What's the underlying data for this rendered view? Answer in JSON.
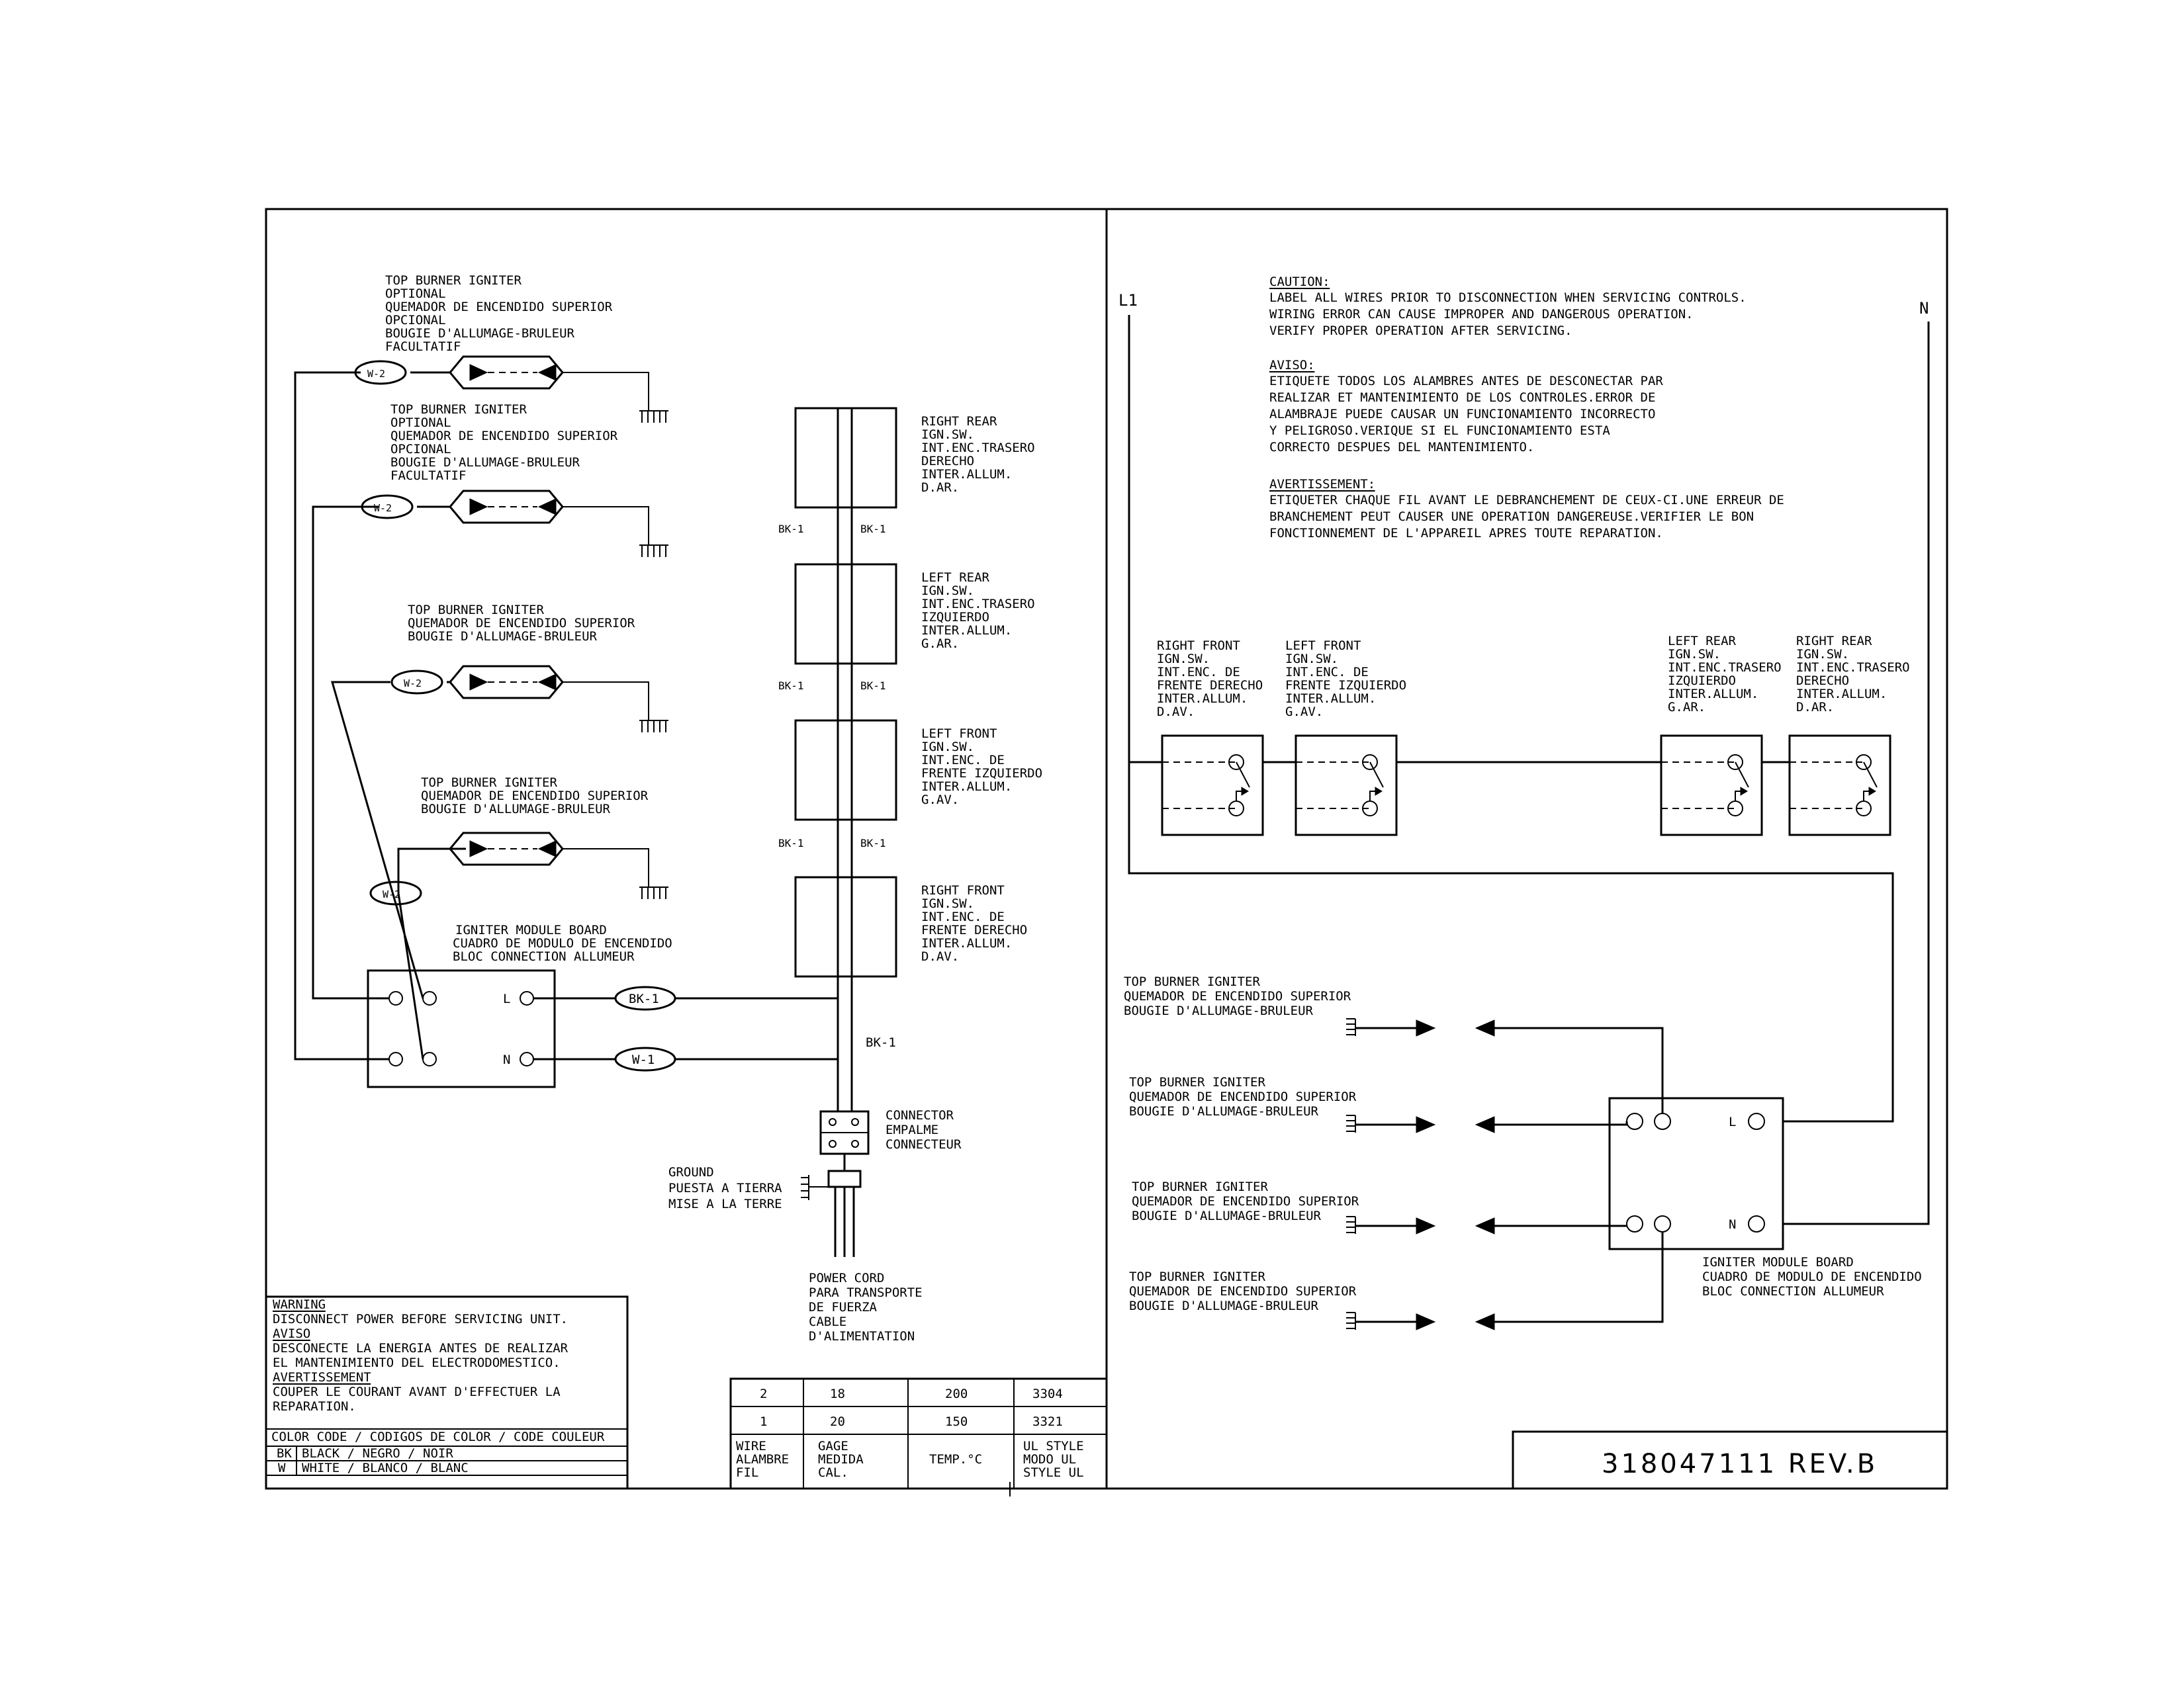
{
  "document": {
    "part_number": "318047111 REV.B"
  },
  "left_diagram": {
    "igniters": [
      {
        "lines": [
          "TOP BURNER IGNITER",
          "OPTIONAL",
          "QUEMADOR DE ENCENDIDO SUPERIOR",
          "OPCIONAL",
          "BOUGIE D'ALLUMAGE-BRULEUR",
          "FACULTATIF"
        ],
        "wire": "W-2"
      },
      {
        "lines": [
          "TOP BURNER IGNITER",
          "OPTIONAL",
          "QUEMADOR DE ENCENDIDO SUPERIOR",
          "OPCIONAL",
          "BOUGIE D'ALLUMAGE-BRULEUR",
          "FACULTATIF"
        ],
        "wire": "W-2"
      },
      {
        "lines": [
          "TOP BURNER IGNITER",
          "QUEMADOR DE ENCENDIDO SUPERIOR",
          "BOUGIE D'ALLUMAGE-BRULEUR"
        ],
        "wire": "W-2"
      },
      {
        "lines": [
          "TOP BURNER IGNITER",
          "QUEMADOR DE ENCENDIDO SUPERIOR",
          "BOUGIE D'ALLUMAGE-BRULEUR"
        ],
        "wire": "W-2"
      }
    ],
    "module": {
      "lines": [
        "IGNITER MODULE BOARD",
        "CUADRO DE MODULO DE ENCENDIDO",
        "BLOC CONNECTION ALLUMEUR"
      ],
      "terminal_l": "L",
      "terminal_n": "N",
      "wire_l": "BK-1",
      "wire_n": "W-1"
    },
    "switches": [
      {
        "lines": [
          "RIGHT REAR",
          "IGN.SW.",
          "INT.ENC.TRASERO",
          "DERECHO",
          "INTER.ALLUM.",
          "D.AR."
        ]
      },
      {
        "lines": [
          "LEFT REAR",
          "IGN.SW.",
          "INT.ENC.TRASERO",
          "IZQUIERDO",
          "INTER.ALLUM.",
          "G.AR."
        ]
      },
      {
        "lines": [
          "LEFT FRONT",
          "IGN.SW.",
          "INT.ENC.  DE",
          "FRENTE IZQUIERDO",
          "INTER.ALLUM.",
          "G.AV."
        ]
      },
      {
        "lines": [
          "RIGHT FRONT",
          "IGN.SW.",
          "INT.ENC.  DE",
          "FRENTE DERECHO",
          "INTER.ALLUM.",
          "D.AV."
        ]
      }
    ],
    "bk_label": "BK-1",
    "connector": [
      "CONNECTOR",
      "EMPALME",
      "CONNECTEUR"
    ],
    "ground": [
      "GROUND",
      "PUESTA A TIERRA",
      "MISE A LA TERRE"
    ],
    "power_cord": [
      "POWER CORD",
      "PARA TRANSPORTE",
      "DE FUERZA",
      "CABLE",
      "D'ALIMENTATION"
    ],
    "warning": {
      "lines": [
        "WARNING",
        "DISCONNECT POWER BEFORE SERVICING UNIT.",
        "AVISO",
        "DESCONECTE LA ENERGIA ANTES DE REALIZAR",
        "EL MANTENIMIENTO DEL ELECTRODOMESTICO.",
        "AVERTISSEMENT",
        "COUPER LE COURANT AVANT D'EFFECTUER LA",
        "REPARATION."
      ]
    },
    "color_code": {
      "title": "COLOR CODE / CODIGOS DE COLOR / CODE COULEUR",
      "rows": [
        {
          "code": "BK",
          "desc": "BLACK / NEGRO / NOIR"
        },
        {
          "code": "W",
          "desc": "WHITE / BLANCO / BLANC"
        }
      ]
    },
    "wire_table": {
      "rows": [
        [
          "2",
          "18",
          "200",
          "3304"
        ],
        [
          "1",
          "20",
          "150",
          "3321"
        ]
      ],
      "headers": [
        [
          "WIRE",
          "ALAMBRE",
          "FIL"
        ],
        [
          "GAGE",
          "MEDIDA",
          "CAL."
        ],
        [
          "TEMP.°C"
        ],
        [
          "UL STYLE",
          "MODO UL",
          "STYLE UL"
        ]
      ]
    }
  },
  "right_diagram": {
    "l1": "L1",
    "n": "N",
    "caution": {
      "heading": "CAUTION:",
      "lines": [
        "LABEL ALL WIRES PRIOR TO DISCONNECTION WHEN SERVICING CONTROLS.",
        "WIRING ERROR CAN CAUSE IMPROPER AND DANGEROUS OPERATION.",
        "VERIFY PROPER OPERATION AFTER SERVICING."
      ]
    },
    "aviso": {
      "heading": "AVISO:",
      "lines": [
        "ETIQUETE TODOS LOS ALAMBRES ANTES DE DESCONECTAR PAR",
        "REALIZAR ET MANTENIMIENTO DE LOS CONTROLES.ERROR DE",
        "ALAMBRAJE PUEDE CAUSAR UN FUNCIONAMIENTO INCORRECTO",
        "Y PELIGROSO.VERIQUE SI EL FUNCIONAMIENTO ESTA",
        "CORRECTO DESPUES DEL MANTENIMIENTO."
      ]
    },
    "avertissement": {
      "heading": "AVERTISSEMENT:",
      "lines": [
        "ETIQUETER CHAQUE FIL AVANT LE DEBRANCHEMENT DE CEUX-CI.UNE ERREUR DE",
        "BRANCHEMENT PEUT CAUSER UNE OPERATION DANGEREUSE.VERIFIER LE BON",
        "FONCTIONNEMENT DE L'APPAREIL APRES TOUTE REPARATION."
      ]
    },
    "switches": [
      {
        "lines": [
          "RIGHT FRONT",
          "IGN.SW.",
          "INT.ENC. DE",
          "FRENTE DERECHO",
          "INTER.ALLUM.",
          "D.AV."
        ]
      },
      {
        "lines": [
          "LEFT FRONT",
          "IGN.SW.",
          "INT.ENC. DE",
          "FRENTE IZQUIERDO",
          "INTER.ALLUM.",
          "G.AV."
        ]
      },
      {
        "lines": [
          "LEFT REAR",
          "IGN.SW.",
          "INT.ENC.TRASERO",
          "IZQUIERDO",
          "INTER.ALLUM.",
          "G.AR."
        ]
      },
      {
        "lines": [
          "RIGHT REAR",
          "IGN.SW.",
          "INT.ENC.TRASERO",
          "DERECHO",
          "INTER.ALLUM.",
          "D.AR."
        ]
      }
    ],
    "igniters": [
      {
        "lines": [
          "TOP BURNER IGNITER",
          "QUEMADOR DE ENCENDIDO SUPERIOR",
          "BOUGIE D'ALLUMAGE-BRULEUR"
        ]
      },
      {
        "lines": [
          "TOP BURNER IGNITER",
          "QUEMADOR DE ENCENDIDO SUPERIOR",
          "BOUGIE D'ALLUMAGE-BRULEUR"
        ]
      },
      {
        "lines": [
          "TOP BURNER IGNITER",
          "QUEMADOR DE ENCENDIDO SUPERIOR",
          "BOUGIE D'ALLUMAGE-BRULEUR"
        ]
      },
      {
        "lines": [
          "TOP BURNER IGNITER",
          "QUEMADOR DE ENCENDIDO SUPERIOR",
          "BOUGIE D'ALLUMAGE-BRULEUR"
        ]
      }
    ],
    "module": {
      "lines": [
        "IGNITER MODULE BOARD",
        "CUADRO DE MODULO DE ENCENDIDO",
        "BLOC CONNECTION ALLUMEUR"
      ],
      "terminal_l": "L",
      "terminal_n": "N"
    }
  }
}
